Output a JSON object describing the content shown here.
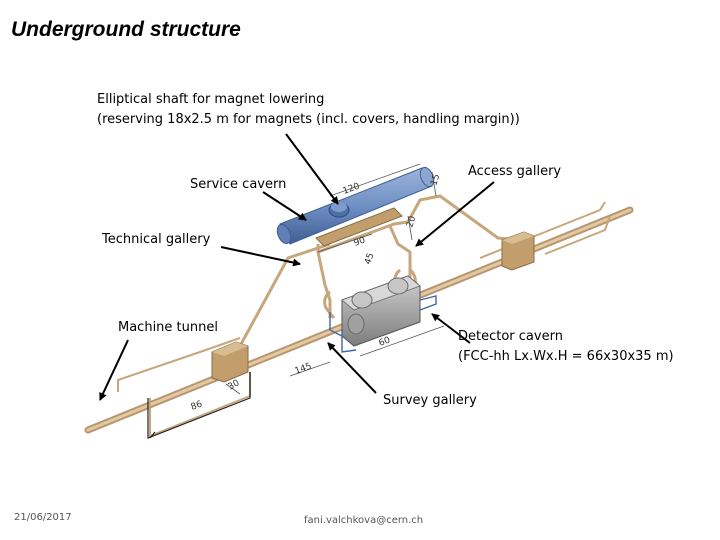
{
  "title": "Underground structure",
  "labels": {
    "shaft_line1": "Elliptical shaft for magnet lowering",
    "shaft_line2": "(reserving 18x2.5 m for magnets (incl. covers, handling margin))",
    "service_cavern": "Service cavern",
    "access_gallery": "Access gallery",
    "technical_gallery": "Technical gallery",
    "machine_tunnel": "Machine tunnel",
    "detector_line1": "Detector cavern",
    "detector_line2": "(FCC-hh Lx.Wx.H = 66x30x35 m)",
    "survey_gallery": "Survey gallery"
  },
  "dimensions": {
    "d_top": "120",
    "d_ribbon": "90",
    "d_45": "45",
    "d_145": "145",
    "d_30": "30",
    "d_86": "86",
    "d_60": "60",
    "d_side": "15",
    "d_right": "20"
  },
  "footer": {
    "date": "21/06/2017",
    "email": "fani.valchkova@cern.ch"
  },
  "colors": {
    "tunnel": "#d2b48c",
    "service_cavern": "#6f90c4",
    "detector_cavern": "#9a9a9a",
    "blue_frame": "#3f66a8"
  }
}
